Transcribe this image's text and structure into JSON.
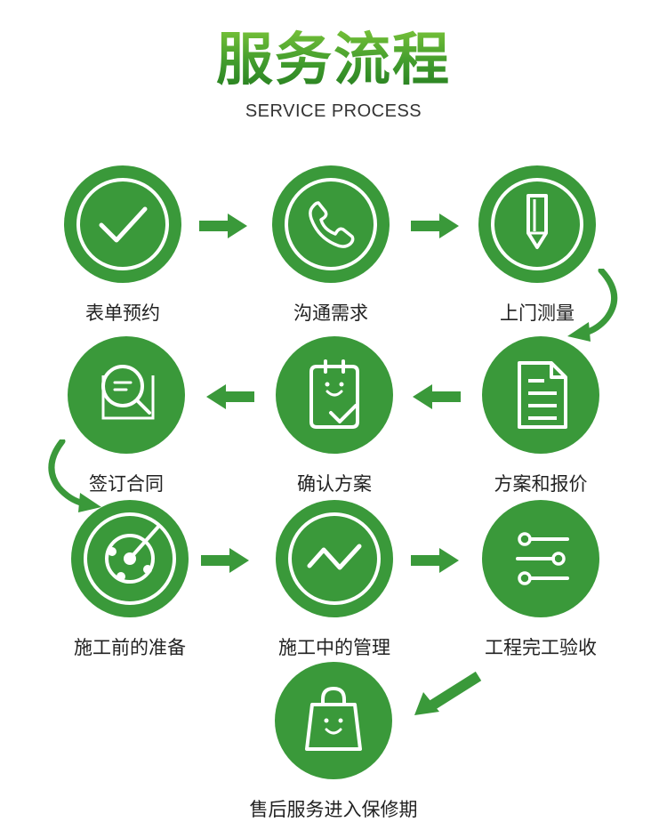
{
  "header": {
    "title": "服务流程",
    "subtitle": "SERVICE PROCESS"
  },
  "colors": {
    "circle": "#3a993a",
    "arrow": "#3a993a",
    "icon": "#ffffff"
  },
  "steps": [
    {
      "label": "表单预约",
      "icon": "checkmark-icon"
    },
    {
      "label": "沟通需求",
      "icon": "phone-icon"
    },
    {
      "label": "上门测量",
      "icon": "pencil-icon"
    },
    {
      "label": "方案和报价",
      "icon": "document-icon"
    },
    {
      "label": "确认方案",
      "icon": "clipboard-check-icon"
    },
    {
      "label": "签订合同",
      "icon": "magnifier-icon"
    },
    {
      "label": "施工前的准备",
      "icon": "radar-icon"
    },
    {
      "label": "施工中的管理",
      "icon": "trend-icon"
    },
    {
      "label": "工程完工验收",
      "icon": "sliders-icon"
    },
    {
      "label": "售后服务进入保修期",
      "icon": "shopping-bag-icon"
    }
  ]
}
